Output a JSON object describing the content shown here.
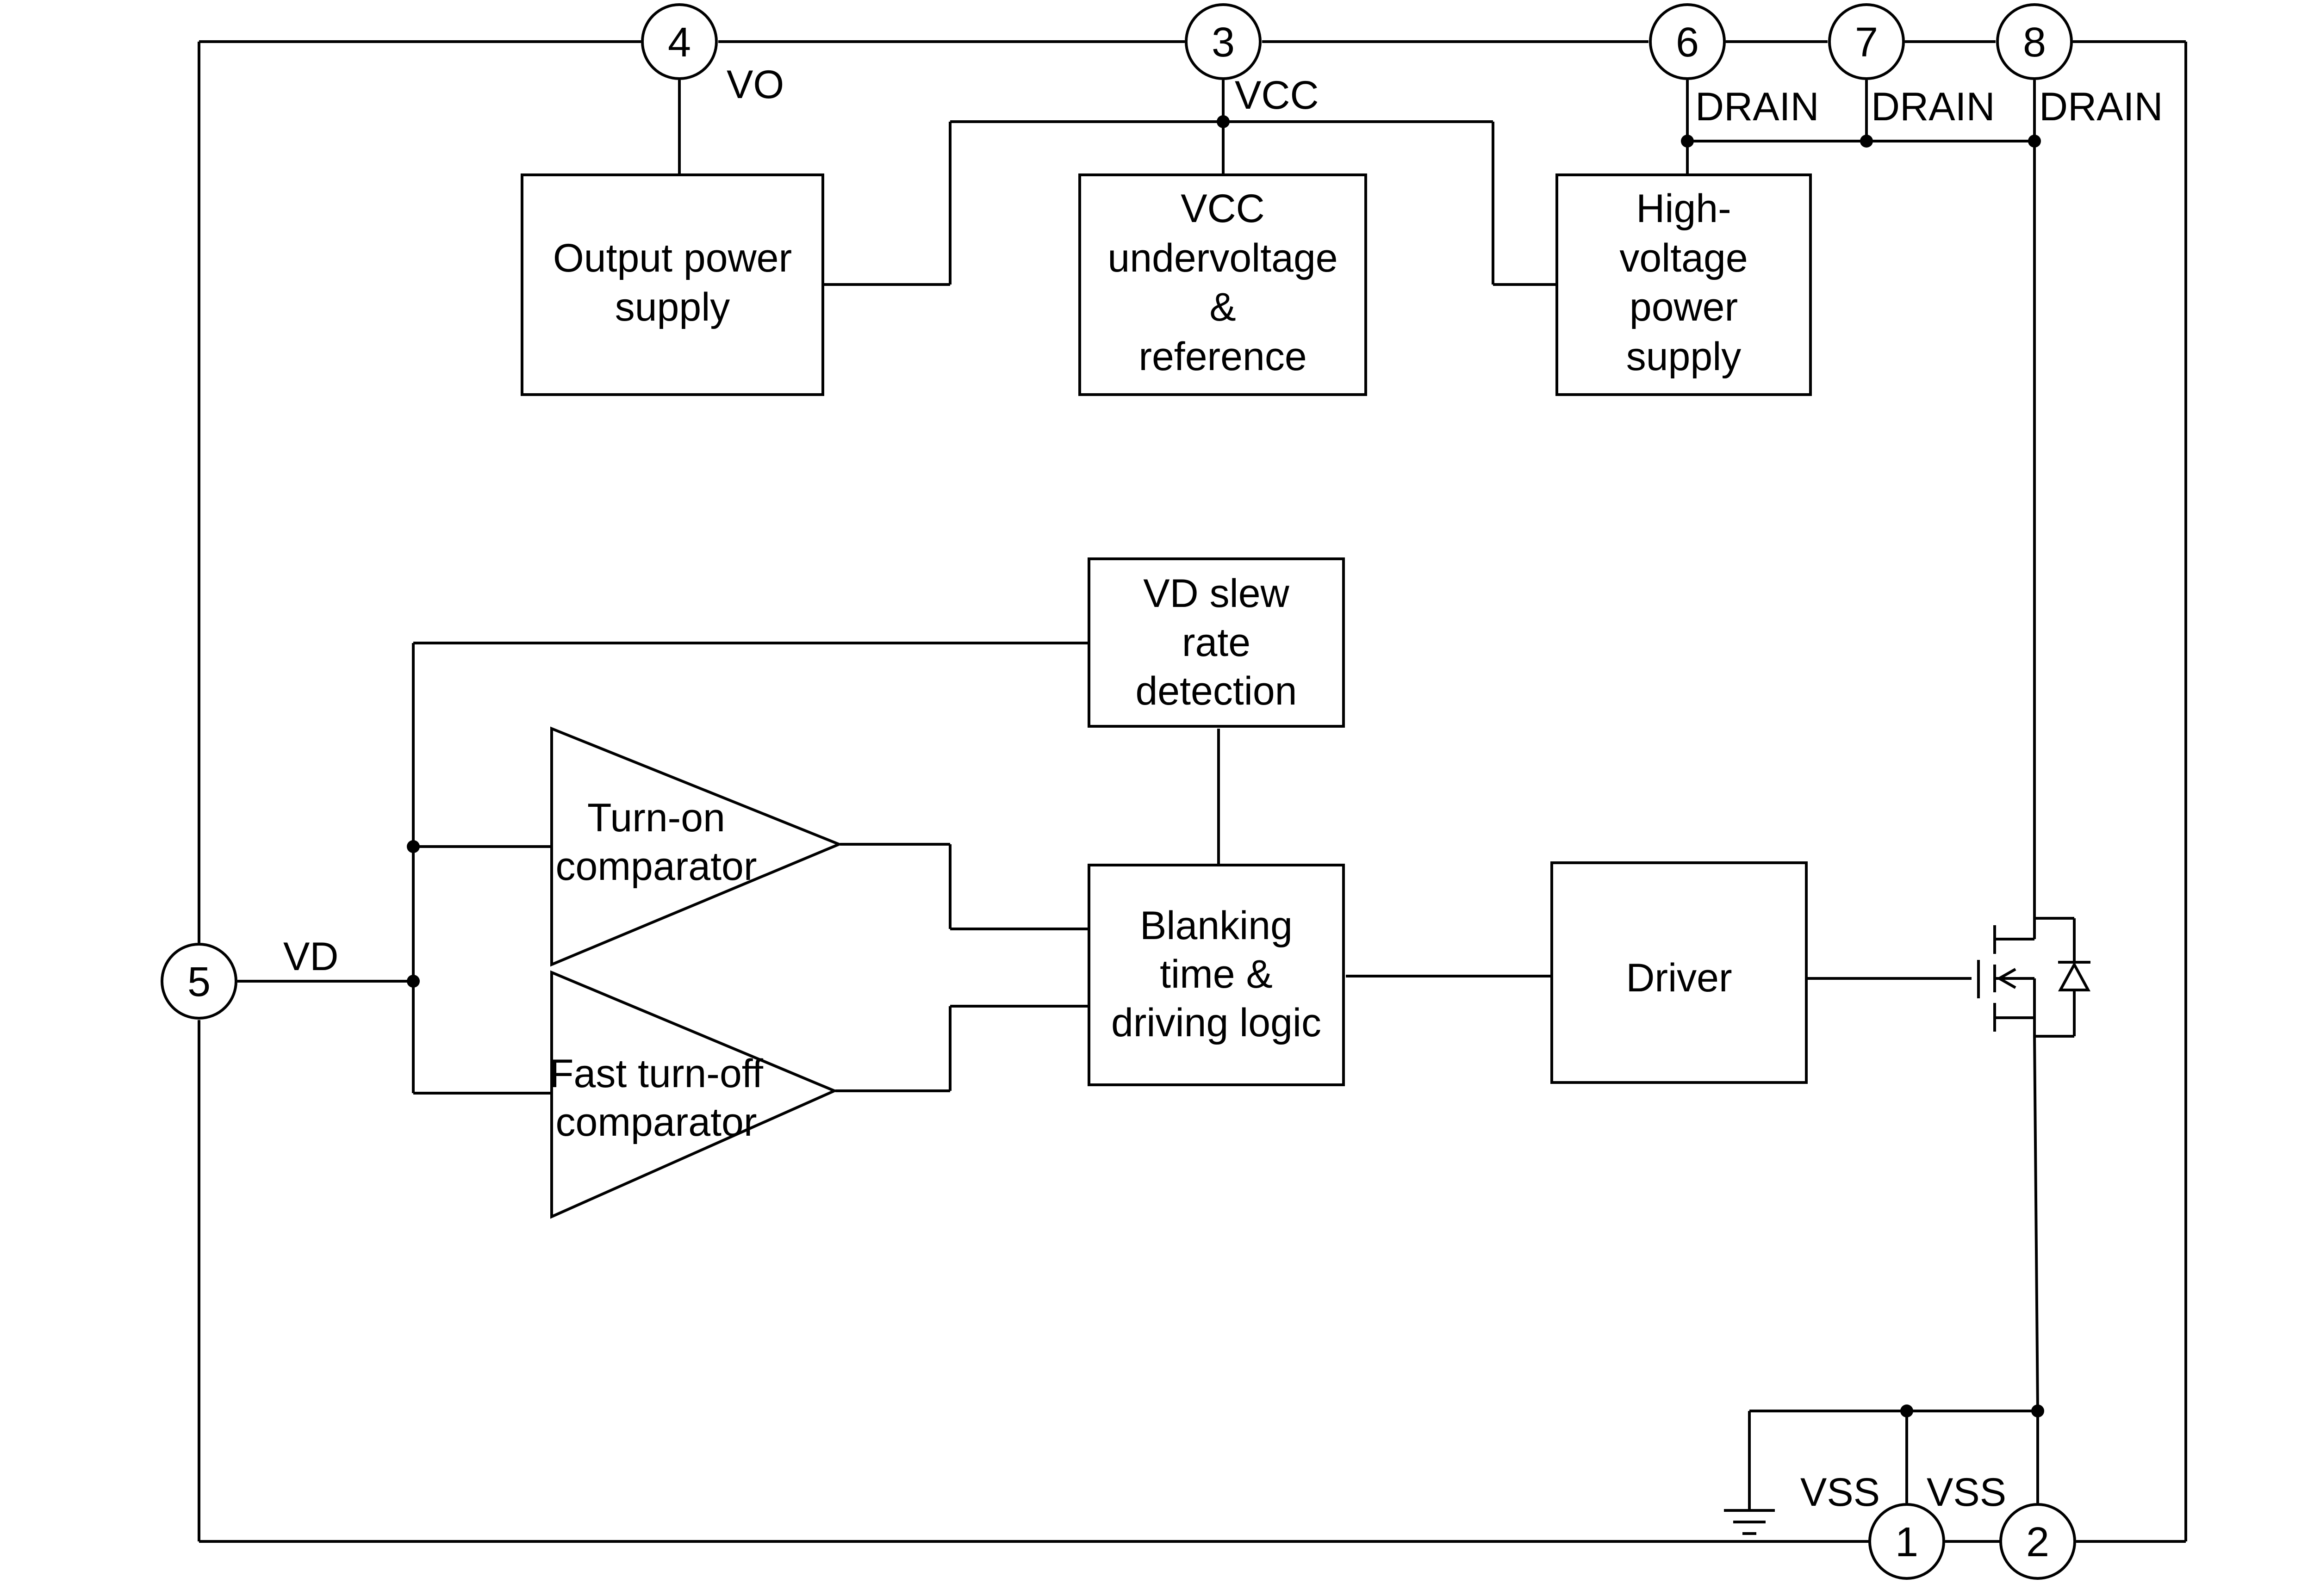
{
  "pins": {
    "p1": {
      "num": "1",
      "label": "VSS"
    },
    "p2": {
      "num": "2",
      "label": "VSS"
    },
    "p3": {
      "num": "3",
      "label": "VCC"
    },
    "p4": {
      "num": "4",
      "label": "VO"
    },
    "p5": {
      "num": "5",
      "label": "VD"
    },
    "p6": {
      "num": "6",
      "label": "DRAIN"
    },
    "p7": {
      "num": "7",
      "label": "DRAIN"
    },
    "p8": {
      "num": "8",
      "label": "DRAIN"
    }
  },
  "blocks": {
    "output_supply": [
      "Output power",
      "supply"
    ],
    "vcc_uv": [
      "VCC",
      "undervoltage",
      "&",
      "reference"
    ],
    "hv_supply": [
      "High-",
      "voltage",
      "power",
      "supply"
    ],
    "slew": [
      "VD slew",
      "rate",
      "detection"
    ],
    "turn_on": [
      "Turn-on",
      "comparator"
    ],
    "fast_off": [
      "Fast turn-off",
      "comparator"
    ],
    "logic": [
      "Blanking",
      "time &",
      "driving logic"
    ],
    "driver": [
      "Driver"
    ]
  }
}
